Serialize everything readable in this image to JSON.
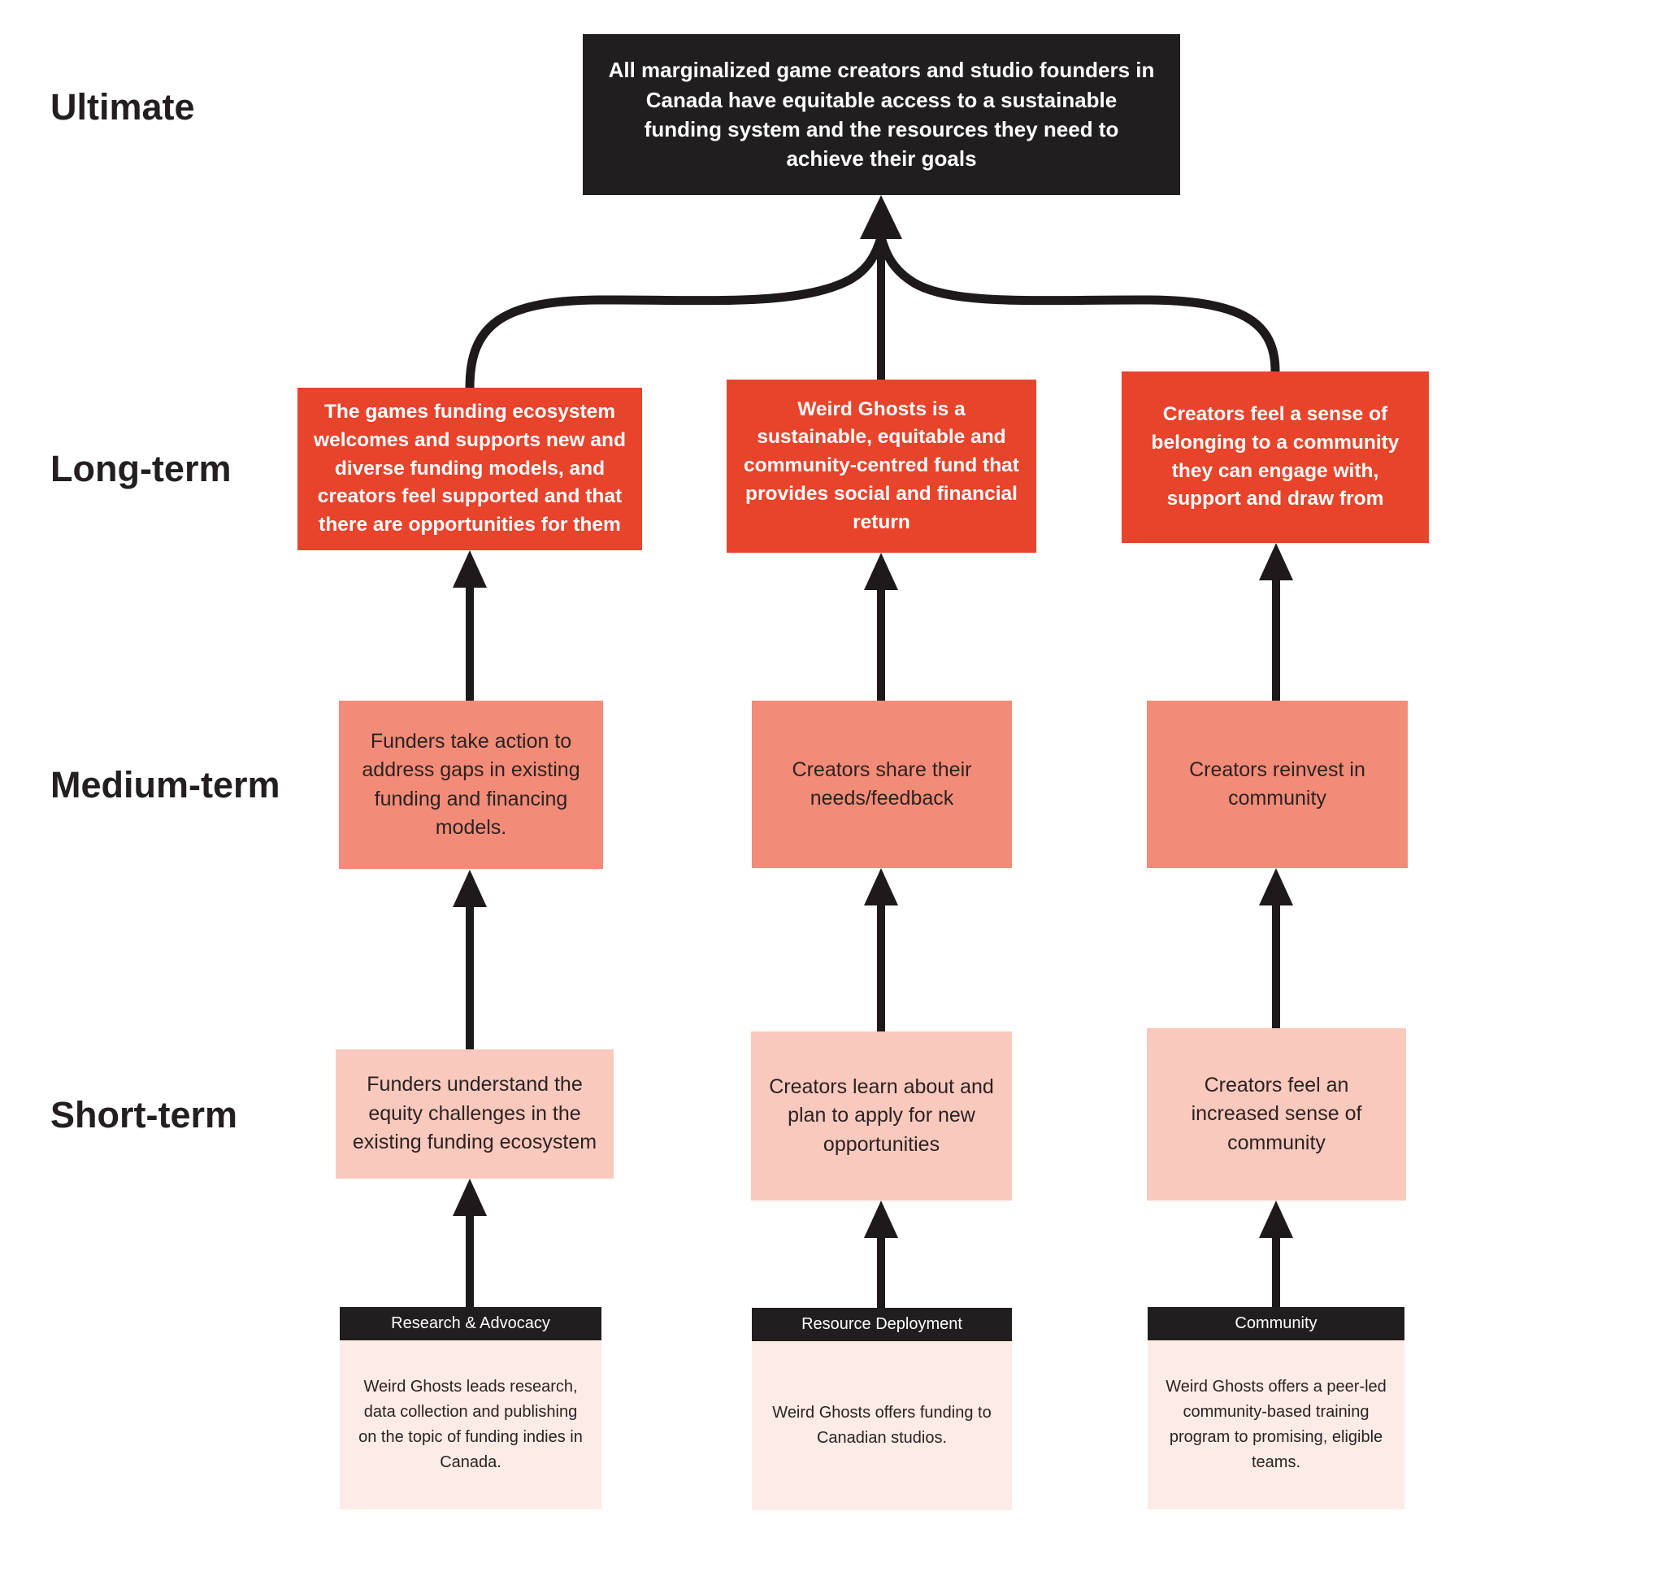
{
  "diagram": {
    "row_labels": [
      "Ultimate",
      "Long-term",
      "Medium-term",
      "Short-term"
    ],
    "ultimate_outcome": "All marginalized game creators and studio founders in Canada have equitable access to a sustainable funding system and the resources they need to achieve their goals",
    "columns": [
      {
        "long_term": "The games funding ecosystem welcomes and supports new and diverse funding models, and creators feel supported and that there are opportunities for them",
        "medium_term": "Funders take action to address gaps in existing funding and financing models.",
        "short_term": "Funders understand the equity challenges in the existing funding ecosystem",
        "activity": {
          "header": "Research & Advocacy",
          "description": "Weird Ghosts leads research, data collection and publishing on the topic of funding indies in Canada."
        }
      },
      {
        "long_term": "Weird Ghosts is a sustainable, equitable and community-centred fund that provides social and financial return",
        "medium_term": "Creators share their needs/feedback",
        "short_term": "Creators learn about and plan to apply for new opportunities",
        "activity": {
          "header": "Resource Deployment",
          "description": "Weird Ghosts offers funding to Canadian studios."
        }
      },
      {
        "long_term": "Creators feel a sense of belonging to a community they can engage with, support and draw from",
        "medium_term": "Creators reinvest in community",
        "short_term": "Creators feel an increased sense of community",
        "activity": {
          "header": "Community",
          "description": "Weird Ghosts offers a peer-led community-based training program to promising, eligible teams."
        }
      }
    ],
    "colors": {
      "ultimate_box_bg": "#211e1f",
      "long_term_box_bg": "#e8432b",
      "medium_term_box_bg": "#f28c78",
      "short_term_box_bg": "#f9c9bd",
      "activity_header_bg": "#211e1f",
      "activity_body_bg": "#fcebe6",
      "arrow_color": "#1e1a1b",
      "label_color": "#231f20"
    }
  }
}
